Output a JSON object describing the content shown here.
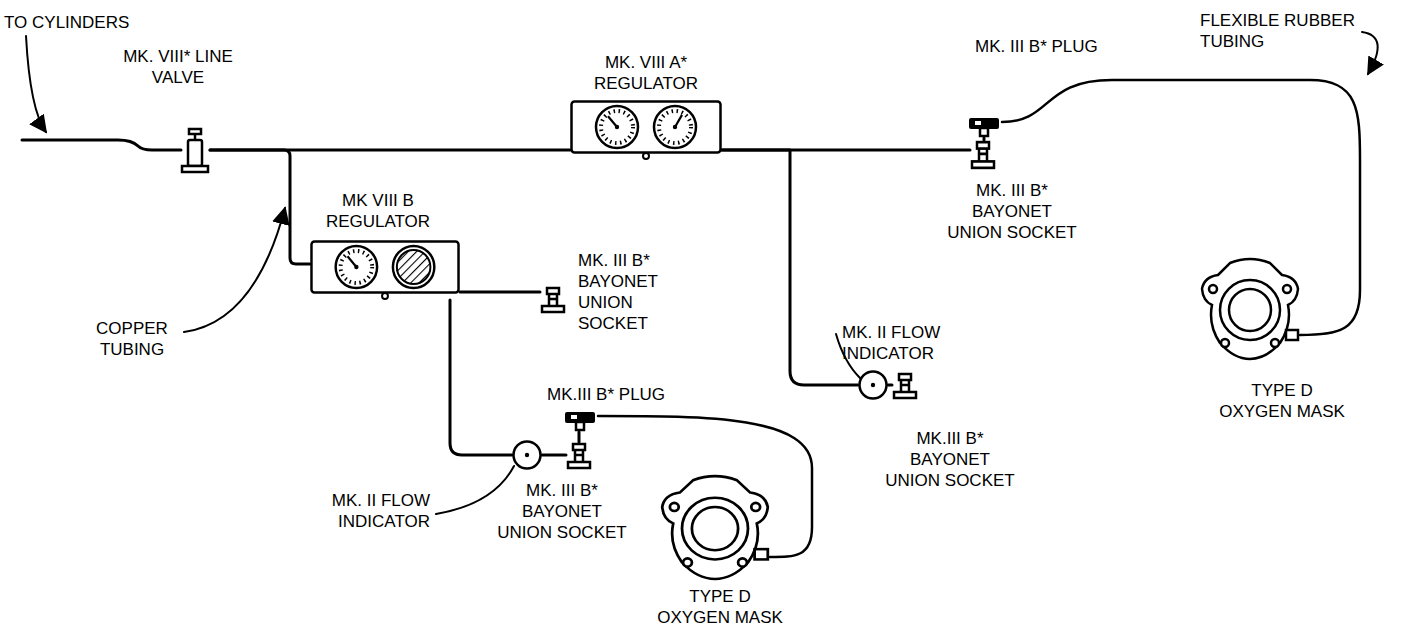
{
  "diagram": {
    "nodes": [
      {
        "text": [
          "MK. VIII* LINE VALVE"
        ]
      },
      {
        "text": [
          "MK. VIII A* REGULATOR"
        ]
      },
      {
        "text": [
          "MK. III B* PLUG"
        ]
      },
      {
        "text": [
          "MK. III B* BAYONET UNION SOCKET"
        ]
      },
      {
        "text": [
          "MK VIII B REGULATOR"
        ]
      },
      {
        "text": [
          "MK. III B* BAYONET UNION SOCKET"
        ]
      },
      {
        "text": [
          "MK. II FLOW INDICATOR"
        ]
      },
      {
        "text": [
          "MK.III B* BAYONET UNION SOCKET"
        ]
      },
      {
        "text": [
          "MK.III B* PLUG"
        ]
      },
      {
        "text": [
          "MK. II FLOW INDICATOR"
        ]
      },
      {
        "text": [
          "MK. III B* BAYONET UNION SOCKET"
        ]
      },
      {
        "text": [
          "TYPE D OXYGEN MASK"
        ]
      },
      {
        "text": [
          "TYPE D OXYGEN MASK"
        ]
      }
    ],
    "edges": [
      {
        "from": 0,
        "to": 1,
        "arrow": "none"
      },
      {
        "from": 0,
        "to": 4,
        "arrow": "none"
      },
      {
        "from": 1,
        "to": 3,
        "arrow": "none"
      },
      {
        "from": 1,
        "to": 6,
        "arrow": "none"
      },
      {
        "from": 6,
        "to": 7,
        "arrow": "none"
      },
      {
        "from": 4,
        "to": 5,
        "arrow": "none"
      },
      {
        "from": 4,
        "to": 9,
        "arrow": "none"
      },
      {
        "from": 9,
        "to": 10,
        "arrow": "none"
      },
      {
        "from": 3,
        "to": 2,
        "arrow": "none"
      },
      {
        "from": 2,
        "to": 11,
        "arrow": "none"
      },
      {
        "from": 10,
        "to": 8,
        "arrow": "none"
      },
      {
        "from": 8,
        "to": 12,
        "arrow": "none"
      }
    ],
    "labels": [
      "TO CYLINDERS",
      "COPPER TUBING",
      "FLEXIBLE RUBBER TUBING"
    ]
  }
}
